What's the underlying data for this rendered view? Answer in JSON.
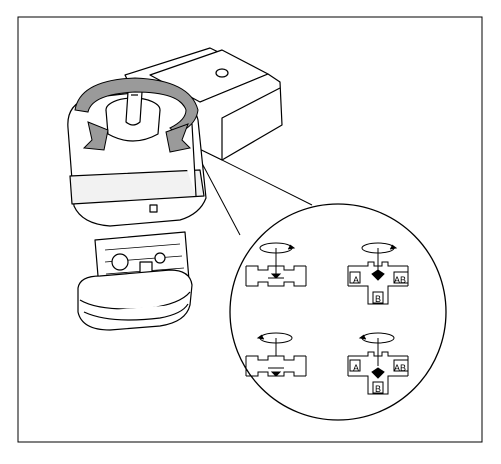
{
  "figure": {
    "port_labels": {
      "a": "A",
      "ab": "AB",
      "b": "B"
    },
    "icons": [
      "frame-border",
      "actuator-body",
      "rotation-arrow-icon",
      "magnifier-circle",
      "two-way-valve-symbol",
      "three-way-valve-symbol"
    ],
    "colors": {
      "stroke": "#000000",
      "body_fill": "#ffffff",
      "arrow_fill": "#9a9a9a"
    }
  }
}
